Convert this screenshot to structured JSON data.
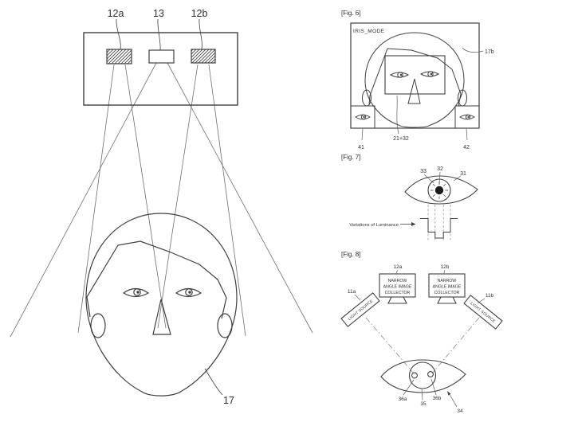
{
  "colors": {
    "background": "#ffffff",
    "line": "#3f3f3f",
    "ray": "#6e6e6e",
    "dash": "#8a8a8a",
    "text": "#2f2f2f"
  },
  "fig_device": {
    "label_left_collector": "12a",
    "label_camera": "13",
    "label_right_collector": "12b",
    "label_face": "17"
  },
  "fig6": {
    "caption": "[Fig. 6]",
    "mode_text": "IRIS_MODE",
    "label_face": "17b",
    "label_left_eye_window": "41",
    "label_face_window": "21+32",
    "label_right_eye_window": "42"
  },
  "fig7": {
    "caption": "[Fig. 7]",
    "label_iris": "33",
    "label_pupil": "32",
    "label_eye": "31",
    "luminance_caption": "Variations of Luminance"
  },
  "fig8": {
    "caption": "[Fig. 8]",
    "label_collector_a": "12a",
    "label_collector_b": "12b",
    "collector_lines": [
      "NARROW",
      "ANGLE IMAGE",
      "COLLECTOR"
    ],
    "light_source_text": "LIGHT SOURCE",
    "label_source_a": "11a",
    "label_source_b": "11b",
    "label_glint_a": "36a",
    "label_pupil": "35",
    "label_glint_b": "36b",
    "label_eye": "34"
  }
}
